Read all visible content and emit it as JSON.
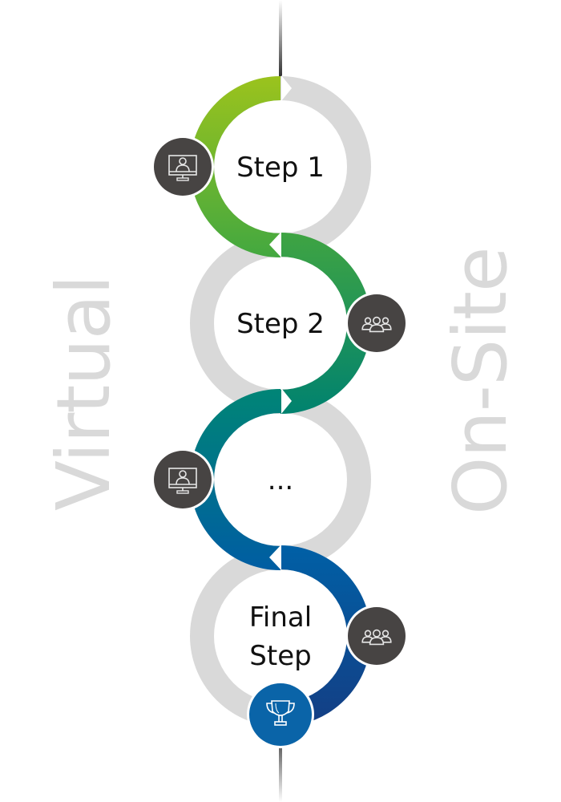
{
  "side_labels": {
    "left": "Virtual",
    "right": "On-Site"
  },
  "steps": [
    {
      "label_lines": [
        "Step 1"
      ],
      "mode": "virtual",
      "icon": "computer-user-icon",
      "arc_colors": [
        "#9bc31d",
        "#43a840"
      ]
    },
    {
      "label_lines": [
        "Step 2"
      ],
      "mode": "on-site",
      "icon": "group-icon",
      "arc_colors": [
        "#3fa442",
        "#00826f"
      ]
    },
    {
      "label_lines": [
        "..."
      ],
      "mode": "virtual",
      "icon": "computer-user-icon",
      "arc_colors": [
        "#008576",
        "#005da3"
      ]
    },
    {
      "label_lines": [
        "Final",
        "Step"
      ],
      "mode": "on-site",
      "icon": "group-icon",
      "arc_colors": [
        "#0060a6",
        "#143e84"
      ]
    }
  ],
  "goal": {
    "icon": "trophy-icon",
    "color": "#0a64a8"
  },
  "colors": {
    "ring_gray": "#d9d9d9",
    "icon_badge": "#474443",
    "icon_stroke": "#e6e6e6",
    "line": "#3a3a3a"
  }
}
